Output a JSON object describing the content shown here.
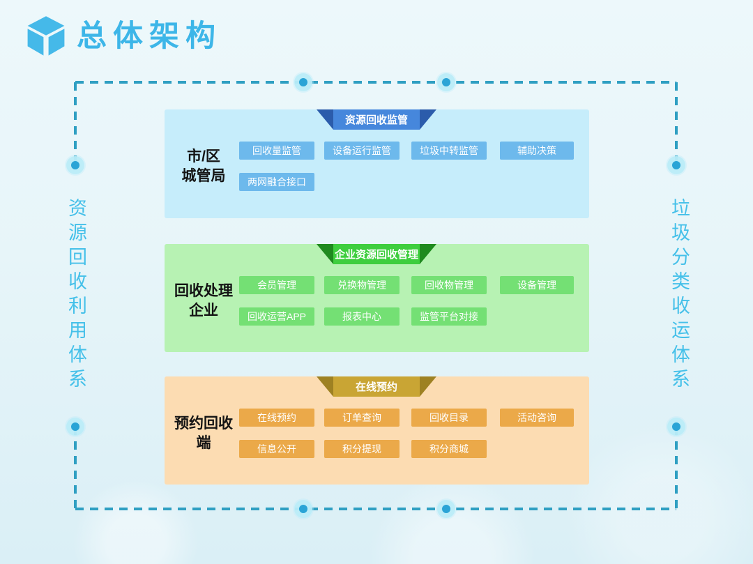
{
  "header": {
    "title": "总体架构",
    "icon": "cube-icon"
  },
  "side_labels": {
    "left": "资源回收利用体系",
    "right": "垃圾分类收运体系"
  },
  "colors": {
    "title_accent": "#3db6e8",
    "boundary_dash": "#2f9fc2",
    "node_inner": "#2aa4d6",
    "node_ring": "#baecf8",
    "blue_panel": "#c6edfb",
    "blue_chip": "#6db9ec",
    "blue_banner_face": "#4687dc",
    "blue_banner_wing": "#2b5cab",
    "green_panel": "#b7f2b3",
    "green_chip": "#74e074",
    "green_banner_face": "#3ece3e",
    "green_banner_wing": "#1f8a1f",
    "orange_panel": "#fcdcb2",
    "orange_chip": "#eba949",
    "orange_banner_face": "#c9a534",
    "orange_banner_wing": "#9e8122"
  },
  "sections": [
    {
      "banner": "资源回收监管",
      "owner_line1": "市/区",
      "owner_line2": "城管局",
      "row1": [
        "回收量监管",
        "设备运行监管",
        "垃圾中转监管",
        "辅助决策"
      ],
      "row2": [
        "两网融合接口"
      ]
    },
    {
      "banner": "企业资源回收管理",
      "owner_line1": "回收处理",
      "owner_line2": "企业",
      "row1": [
        "会员管理",
        "兑换物管理",
        "回收物管理",
        "设备管理"
      ],
      "row2": [
        "回收运营APP",
        "报表中心",
        "监管平台对接"
      ]
    },
    {
      "banner": "在线预约",
      "owner_line1": "预约回收",
      "owner_line2": "端",
      "row1": [
        "在线预约",
        "订单查询",
        "回收目录",
        "活动咨询"
      ],
      "row2": [
        "信息公开",
        "积分提现",
        "积分商城"
      ]
    }
  ]
}
